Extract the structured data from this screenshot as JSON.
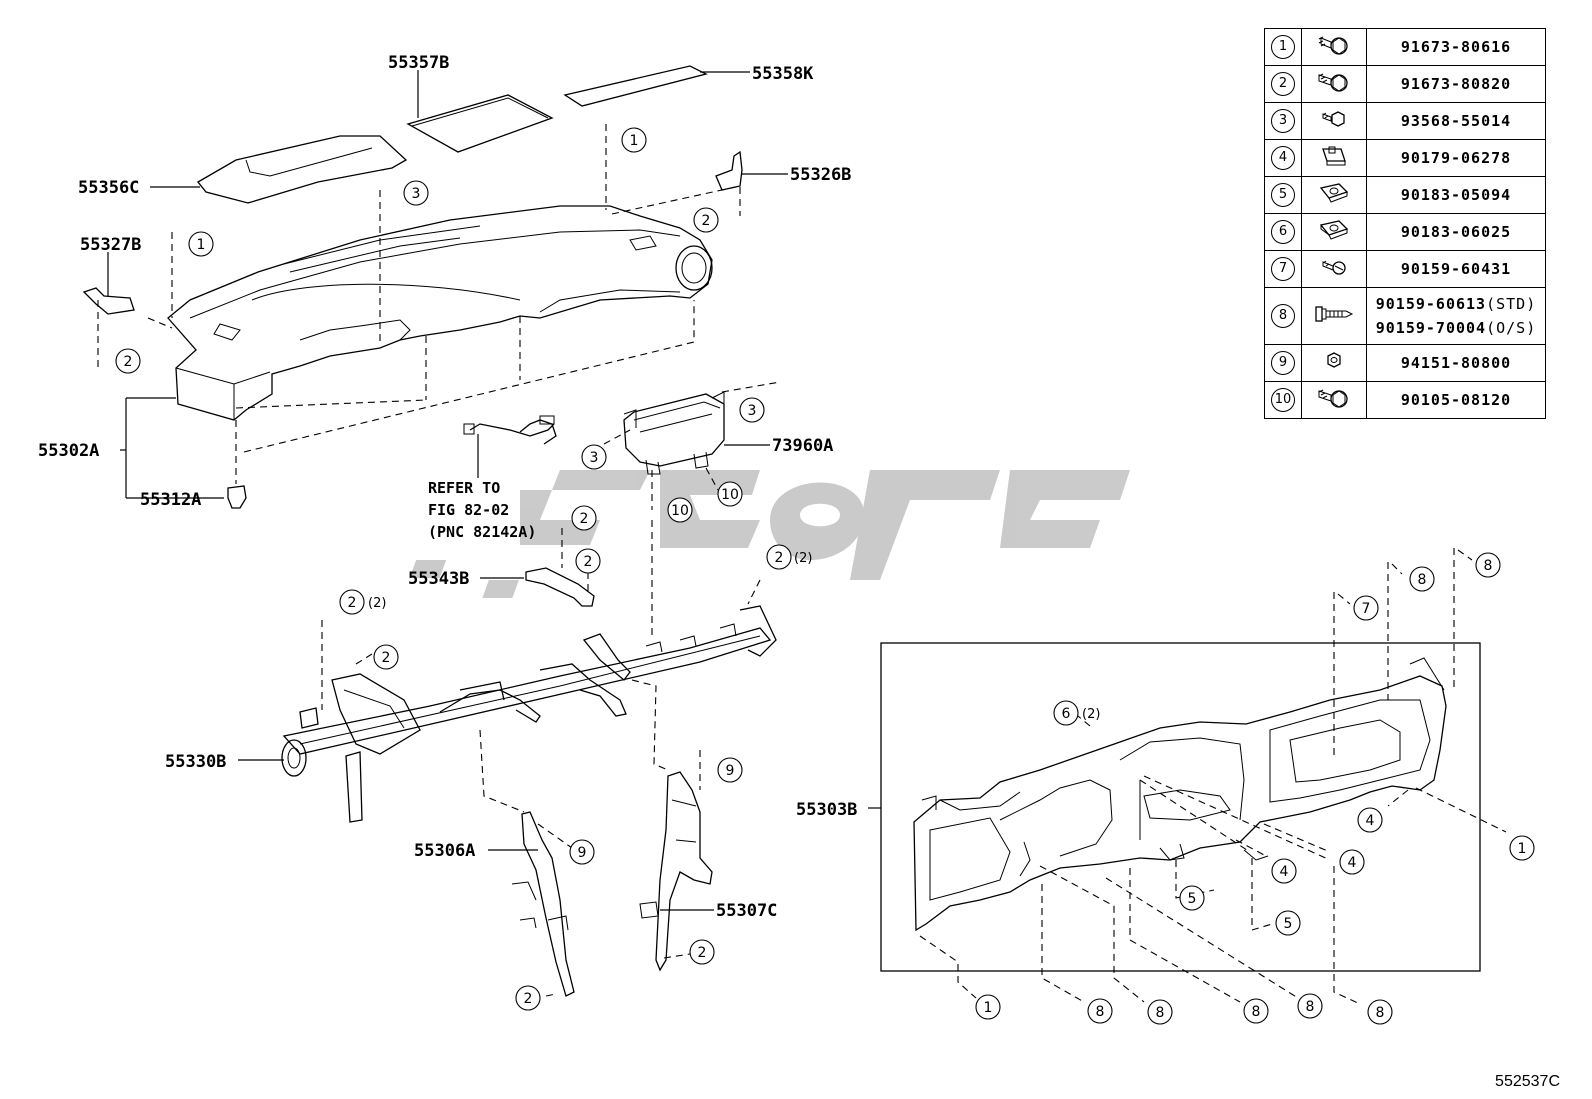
{
  "part_labels": {
    "p55357B": "55357B",
    "p55358K": "55358K",
    "p55356C": "55356C",
    "p55326B": "55326B",
    "p55327B": "55327B",
    "p55302A": "55302A",
    "p55312A": "55312A",
    "p73960A": "73960A",
    "p55343B": "55343B",
    "p55330B": "55330B",
    "p55306A": "55306A",
    "p55307C": "55307C",
    "p55303B": "55303B"
  },
  "note": {
    "line1": "REFER TO",
    "line2": "FIG 82-02",
    "line3": "(PNC 82142A)"
  },
  "qty_note": "(2)",
  "callouts": [
    "1",
    "2",
    "3",
    "4",
    "5",
    "6",
    "7",
    "8",
    "9",
    "10"
  ],
  "legend": [
    {
      "index": "1",
      "icon": "bolt-washer-icon",
      "part_no": "91673-80616"
    },
    {
      "index": "2",
      "icon": "bolt-washer-icon",
      "part_no": "91673-80820"
    },
    {
      "index": "3",
      "icon": "screw-icon",
      "part_no": "93568-55014"
    },
    {
      "index": "4",
      "icon": "clip-nut-icon",
      "part_no": "90179-06278"
    },
    {
      "index": "5",
      "icon": "speed-nut-icon",
      "part_no": "90183-05094"
    },
    {
      "index": "6",
      "icon": "speed-nut-icon",
      "part_no": "90183-06025"
    },
    {
      "index": "7",
      "icon": "screw-icon",
      "part_no": "90159-60431"
    },
    {
      "index": "8",
      "icon": "tapping-screw-icon",
      "part_no": "90159-60613",
      "suffix": "(STD)",
      "part_no_2": "90159-70004",
      "suffix_2": "(O/S)"
    },
    {
      "index": "9",
      "icon": "nut-icon",
      "part_no": "94151-80800"
    },
    {
      "index": "10",
      "icon": "bolt-washer-icon",
      "part_no": "90105-08120"
    }
  ],
  "reference_code": "552537C",
  "watermark_color": "#c8c8c8"
}
